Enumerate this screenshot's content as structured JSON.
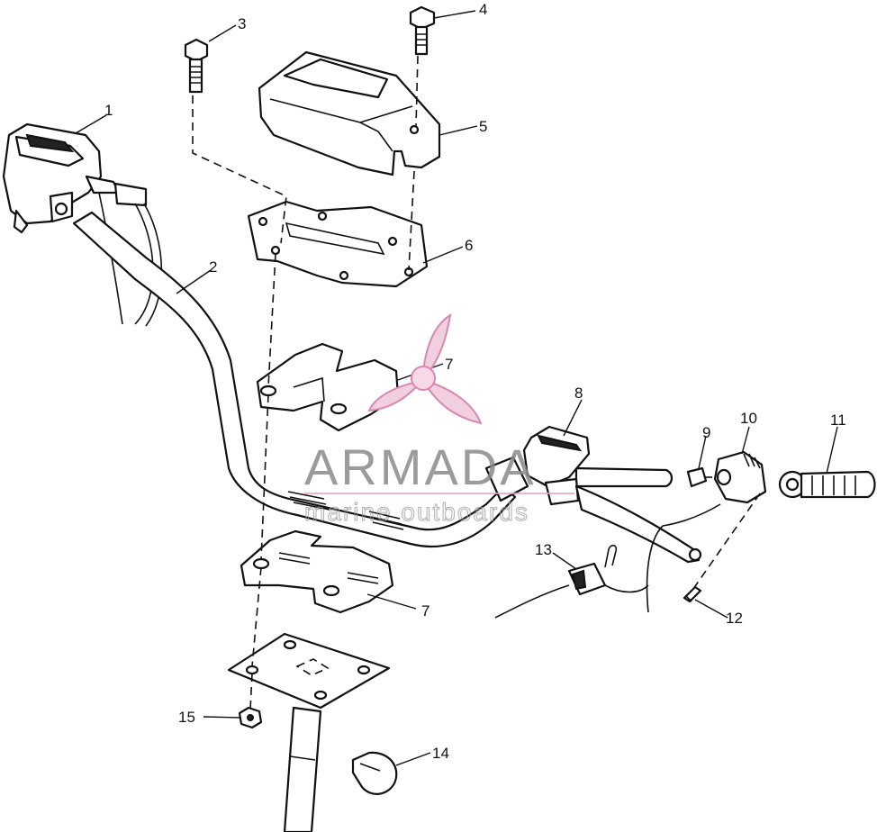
{
  "diagram": {
    "callouts": [
      {
        "id": "1",
        "label": "1"
      },
      {
        "id": "2",
        "label": "2"
      },
      {
        "id": "3",
        "label": "3"
      },
      {
        "id": "4",
        "label": "4"
      },
      {
        "id": "5",
        "label": "5"
      },
      {
        "id": "6",
        "label": "6"
      },
      {
        "id": "7a",
        "label": "7"
      },
      {
        "id": "7b",
        "label": "7"
      },
      {
        "id": "8",
        "label": "8"
      },
      {
        "id": "9",
        "label": "9"
      },
      {
        "id": "10",
        "label": "10"
      },
      {
        "id": "11",
        "label": "11"
      },
      {
        "id": "12",
        "label": "12"
      },
      {
        "id": "13",
        "label": "13"
      },
      {
        "id": "14",
        "label": "14"
      },
      {
        "id": "15",
        "label": "15"
      }
    ]
  },
  "watermark": {
    "brand": "ARMADA",
    "tagline": "marine outboards",
    "logo_icon": "propeller-icon",
    "accent_color": "#e3a3c3",
    "text_color": "#8a8a8a"
  }
}
